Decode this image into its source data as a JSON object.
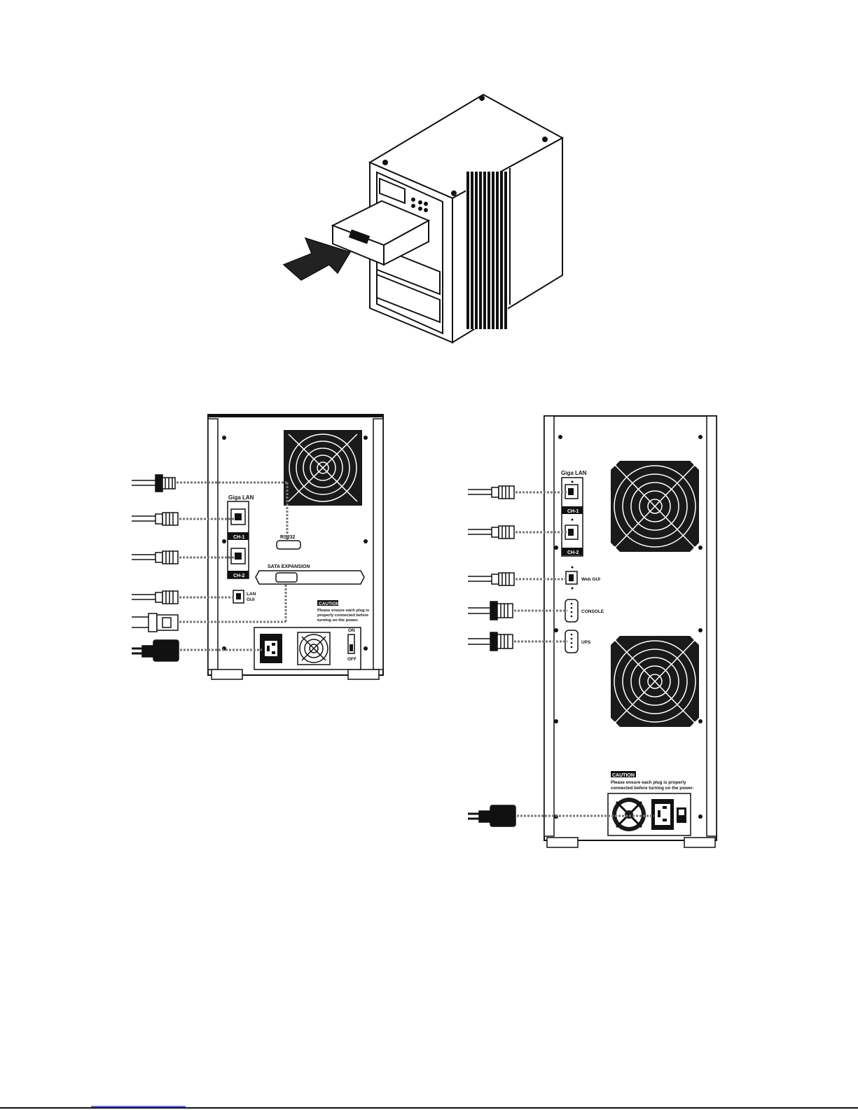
{
  "colors": {
    "line": "#111111",
    "panel": "#ffffff",
    "fan": "#1a1a1a",
    "dots": "#777777",
    "link": "#3344cc"
  },
  "left_panel": {
    "giga_lan": "Giga LAN",
    "ch1": "CH-1",
    "ch2": "CH-2",
    "lan_gui_line1": "LAN",
    "lan_gui_line2": "GUI",
    "rs232": "RS232",
    "sata_expansion": "SATA EXPANSION",
    "caution_title": "CAUTION",
    "caution_line1": "Please ensure each plug is",
    "caution_line2": "properly connected before",
    "caution_line3": "turning on the power.",
    "on": "ON",
    "off": "OFF"
  },
  "right_panel": {
    "giga_lan": "Giga LAN",
    "ch1": "CH-1",
    "ch2": "CH-2",
    "web_gui": "Web GUI",
    "console": "CONSOLE",
    "ups": "UPS",
    "caution_title": "CAUTION",
    "caution_line1": "Please ensure each plug is properly",
    "caution_line2": "connected before turning on the power."
  },
  "icons": [
    "insert-arrow-icon",
    "fan-icon",
    "rj45-plug-icon",
    "serial-plug-icon",
    "power-plug-icon",
    "power-switch-icon"
  ]
}
